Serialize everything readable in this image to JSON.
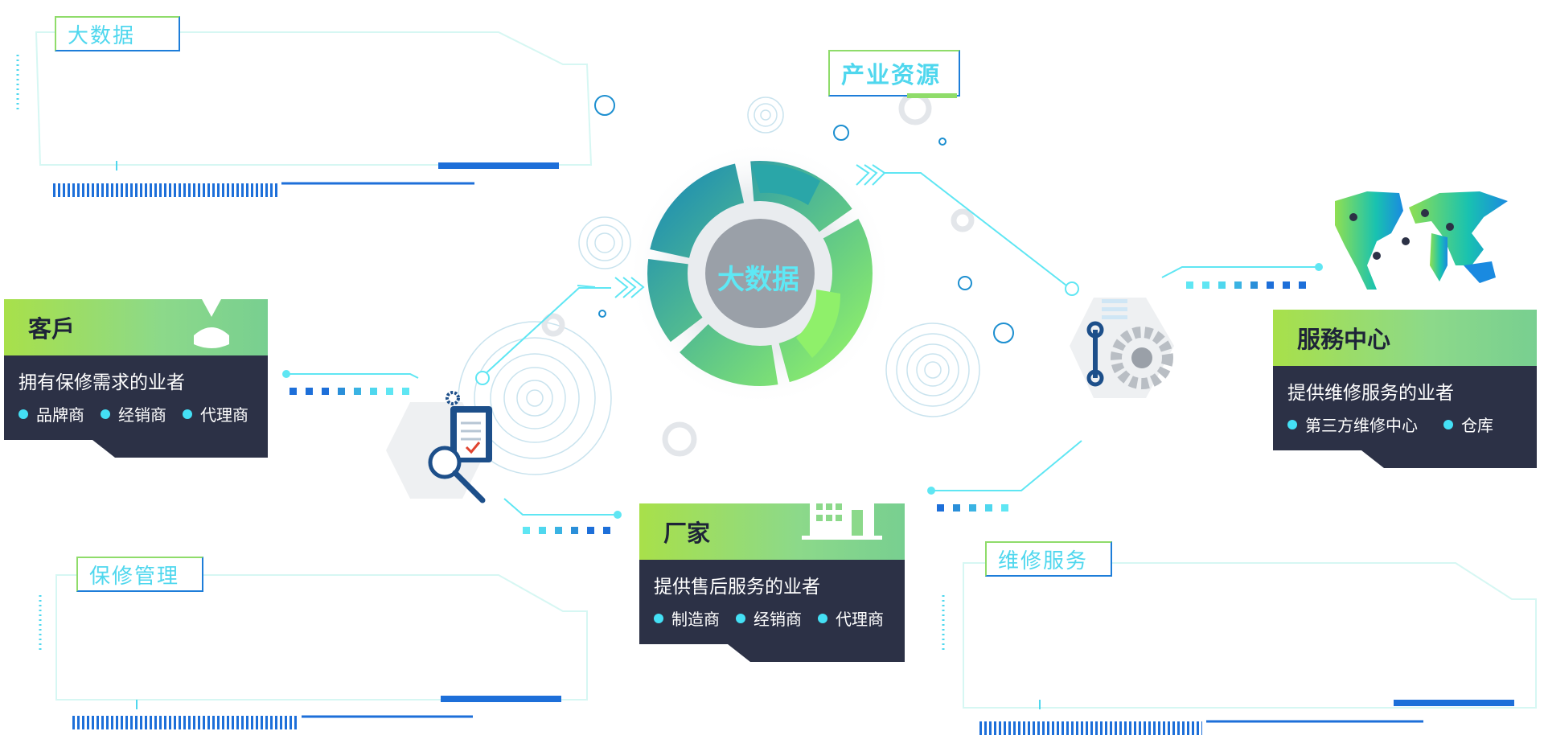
{
  "center": {
    "label": "大数据"
  },
  "panels": {
    "top_left": {
      "tag": "大数据"
    },
    "bottom_left": {
      "tag": "保修管理"
    },
    "bottom_right": {
      "tag": "维修服务"
    },
    "top_center": {
      "tag": "产业资源"
    }
  },
  "cards": {
    "customer": {
      "title": "客戶",
      "desc": "拥有保修需求的业者",
      "items": [
        "品牌商",
        "经销商",
        "代理商"
      ]
    },
    "manufacturer": {
      "title": "厂家",
      "desc": "提供售后服务的业者",
      "items": [
        "制造商",
        "经销商",
        "代理商"
      ]
    },
    "service_center": {
      "title": "服務中心",
      "desc": "提供维修服务的业者",
      "items": [
        "第三方维修中心",
        "仓库"
      ]
    }
  },
  "colors": {
    "accent_cyan": "#44e0f5",
    "accent_green": "#a8e04a",
    "card_dark": "#2c3146",
    "blue": "#1d6fd9"
  },
  "icons": [
    "user-icon",
    "clipboard-icon",
    "magnifier-icon",
    "wrench-icon",
    "gear-icon",
    "building-icon",
    "world-map-icon"
  ]
}
